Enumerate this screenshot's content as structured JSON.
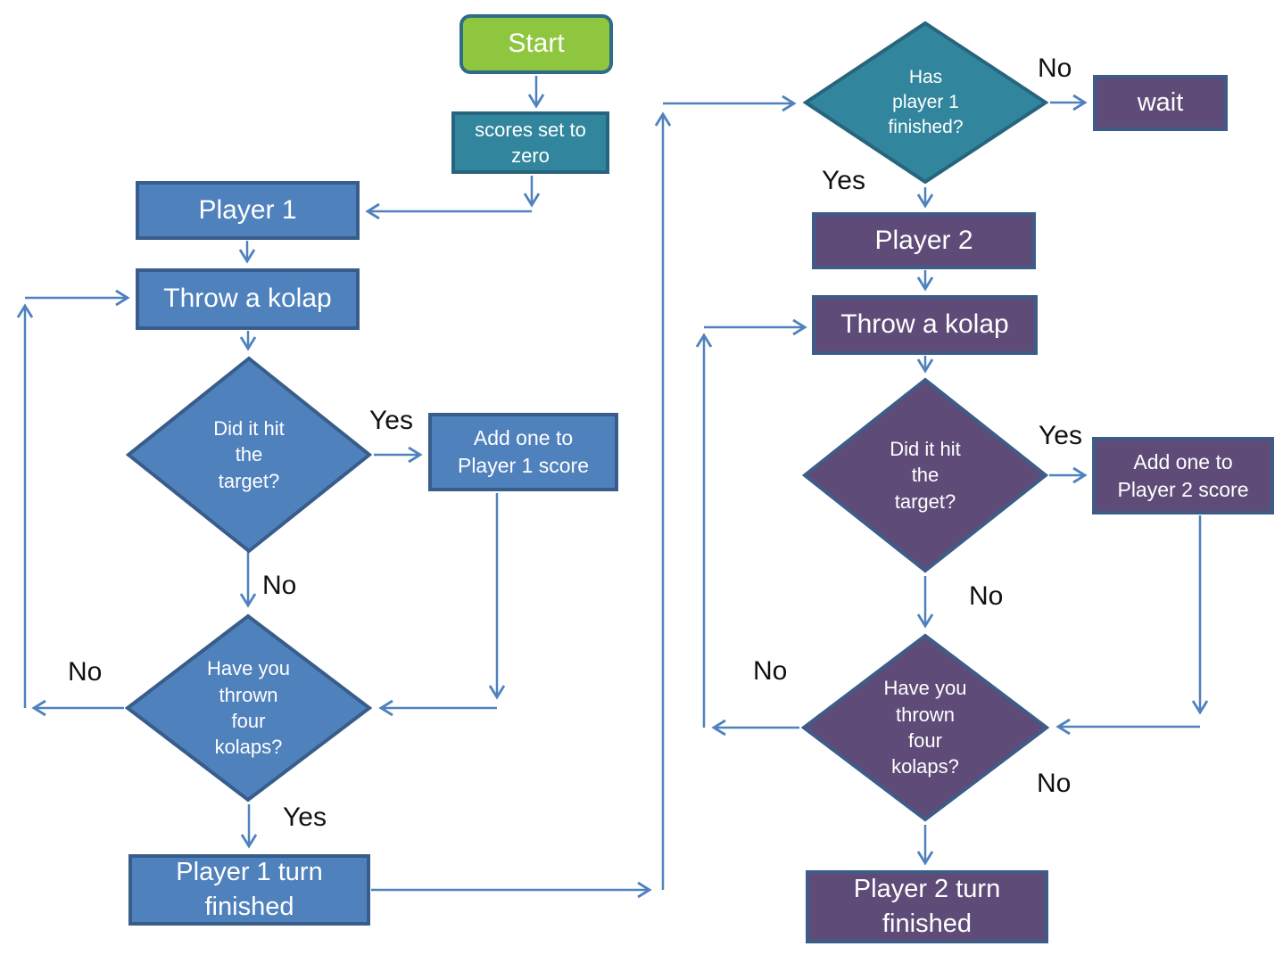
{
  "flowchart": {
    "nodes": {
      "start": {
        "label": "Start"
      },
      "scores_zero": {
        "label": [
          "scores set to",
          "zero"
        ]
      },
      "player1": {
        "label": "Player 1"
      },
      "throw_kolap_1": {
        "label": "Throw a kolap"
      },
      "did_hit_1": {
        "label": [
          "Did it hit",
          "the",
          "target?"
        ]
      },
      "add_score_1": {
        "label": [
          "Add one to",
          "Player 1 score"
        ]
      },
      "four_kolaps_1": {
        "label": [
          "Have you",
          "thrown",
          "four",
          "kolaps?"
        ]
      },
      "turn_finished_1": {
        "label": [
          "Player 1 turn",
          "finished"
        ]
      },
      "has_player1_finished": {
        "label": [
          "Has",
          "player 1",
          "finished?"
        ]
      },
      "wait": {
        "label": "wait"
      },
      "player2": {
        "label": "Player 2"
      },
      "throw_kolap_2": {
        "label": "Throw a kolap"
      },
      "did_hit_2": {
        "label": [
          "Did it hit",
          "the",
          "target?"
        ]
      },
      "add_score_2": {
        "label": [
          "Add one to",
          "Player 2 score"
        ]
      },
      "four_kolaps_2": {
        "label": [
          "Have you",
          "thrown",
          "four",
          "kolaps?"
        ]
      },
      "turn_finished_2": {
        "label": [
          "Player 2 turn",
          "finished"
        ]
      }
    },
    "edge_labels": {
      "hit1_yes": "Yes",
      "hit1_no": "No",
      "four1_no": "No",
      "four1_yes": "Yes",
      "hasfin_no": "No",
      "hasfin_yes": "Yes",
      "hit2_yes": "Yes",
      "hit2_no": "No",
      "four2_no_left": "No",
      "four2_no_bottom": "No"
    },
    "colors": {
      "blue_fill": "#4F81BD",
      "blue_border": "#385D8A",
      "teal_fill": "#31859C",
      "teal_border": "#27657E",
      "purple_fill": "#5F4B78",
      "purple_border": "#3E5C88",
      "green_fill": "#8FC63F",
      "green_border": "#2F6C87",
      "connector": "#4F81BD",
      "node_text": "#FFFFFF",
      "label_text": "#111111",
      "background": "#FFFFFF"
    }
  }
}
